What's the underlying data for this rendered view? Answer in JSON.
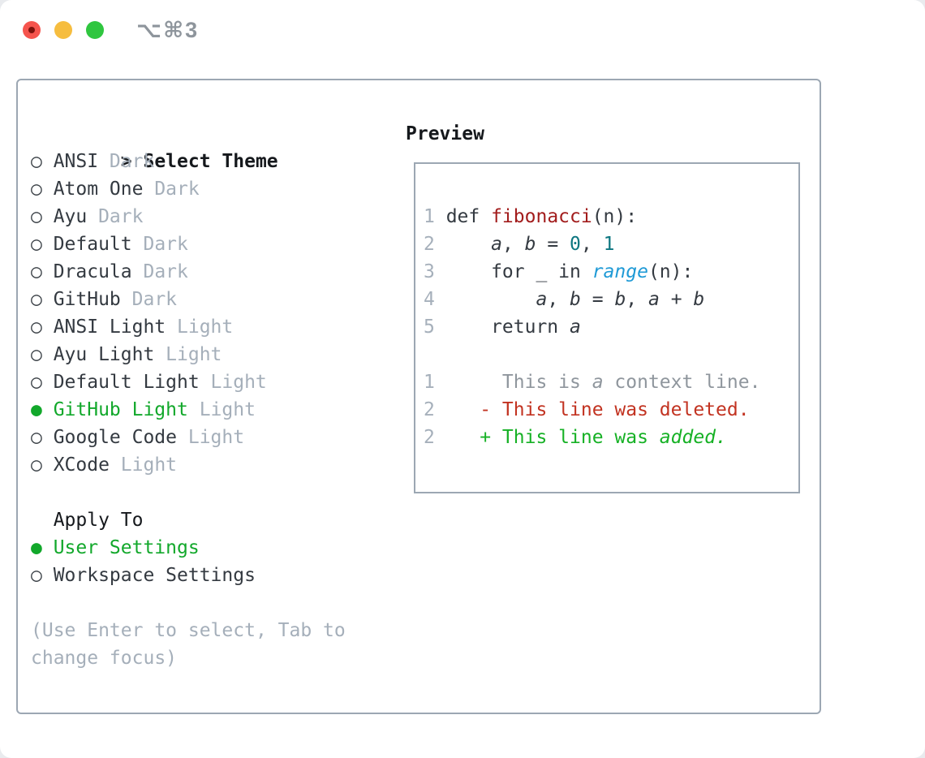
{
  "window": {
    "title": "⌥⌘3"
  },
  "theme_picker": {
    "header_prefix": ">",
    "header_label": "Select Theme",
    "items": [
      {
        "name": "ANSI",
        "variant": "Dark",
        "selected": false
      },
      {
        "name": "Atom One",
        "variant": "Dark",
        "selected": false
      },
      {
        "name": "Ayu",
        "variant": "Dark",
        "selected": false
      },
      {
        "name": "Default",
        "variant": "Dark",
        "selected": false
      },
      {
        "name": "Dracula",
        "variant": "Dark",
        "selected": false
      },
      {
        "name": "GitHub",
        "variant": "Dark",
        "selected": false
      },
      {
        "name": "ANSI Light",
        "variant": "Light",
        "selected": false
      },
      {
        "name": "Ayu Light",
        "variant": "Light",
        "selected": false
      },
      {
        "name": "Default Light",
        "variant": "Light",
        "selected": false
      },
      {
        "name": "GitHub Light",
        "variant": "Light",
        "selected": true
      },
      {
        "name": "Google Code",
        "variant": "Light",
        "selected": false
      },
      {
        "name": "XCode",
        "variant": "Light",
        "selected": false
      }
    ],
    "markers": {
      "unselected": "○",
      "selected": "●"
    },
    "apply_to_label": "Apply To",
    "apply_options": [
      {
        "name": "User Settings",
        "selected": true
      },
      {
        "name": "Workspace Settings",
        "selected": false
      }
    ],
    "hint_line1": "(Use Enter to select, Tab to",
    "hint_line2": "change focus)"
  },
  "preview": {
    "label": "Preview",
    "lines": [
      {
        "num": "1",
        "tokens": [
          {
            "t": "def ",
            "c": "code"
          },
          {
            "t": "fibonacci",
            "c": "fn"
          },
          {
            "t": "(n):",
            "c": "code"
          }
        ]
      },
      {
        "num": "2",
        "tokens": [
          {
            "t": "    ",
            "c": "code"
          },
          {
            "t": "a",
            "c": "code",
            "i": true
          },
          {
            "t": ", ",
            "c": "code"
          },
          {
            "t": "b",
            "c": "code",
            "i": true
          },
          {
            "t": " = ",
            "c": "code"
          },
          {
            "t": "0",
            "c": "num"
          },
          {
            "t": ", ",
            "c": "code"
          },
          {
            "t": "1",
            "c": "num"
          }
        ]
      },
      {
        "num": "3",
        "tokens": [
          {
            "t": "    for _ in ",
            "c": "code"
          },
          {
            "t": "range",
            "c": "call",
            "i": true
          },
          {
            "t": "(n):",
            "c": "code"
          }
        ]
      },
      {
        "num": "4",
        "tokens": [
          {
            "t": "        ",
            "c": "code"
          },
          {
            "t": "a",
            "c": "code",
            "i": true
          },
          {
            "t": ", ",
            "c": "code"
          },
          {
            "t": "b",
            "c": "code",
            "i": true
          },
          {
            "t": " = ",
            "c": "code"
          },
          {
            "t": "b",
            "c": "code",
            "i": true
          },
          {
            "t": ", ",
            "c": "code"
          },
          {
            "t": "a",
            "c": "code",
            "i": true
          },
          {
            "t": " + ",
            "c": "code"
          },
          {
            "t": "b",
            "c": "code",
            "i": true
          }
        ]
      },
      {
        "num": "5",
        "tokens": [
          {
            "t": "    return ",
            "c": "code"
          },
          {
            "t": "a",
            "c": "code",
            "i": true
          }
        ]
      },
      {
        "num": "",
        "tokens": []
      },
      {
        "num": "1",
        "tokens": [
          {
            "t": "     This is ",
            "c": "ctx"
          },
          {
            "t": "a",
            "c": "ctx",
            "i": true
          },
          {
            "t": " context line.",
            "c": "ctx"
          }
        ]
      },
      {
        "num": "2",
        "tokens": [
          {
            "t": "   - This line was deleted.",
            "c": "del"
          }
        ]
      },
      {
        "num": "2",
        "tokens": [
          {
            "t": "   + This line was ",
            "c": "add"
          },
          {
            "t": "added.",
            "c": "add",
            "i": true
          }
        ]
      }
    ]
  },
  "colors": {
    "accent_green": "#12a82b",
    "added_green": "#16b125",
    "deleted_red": "#c23321",
    "function_red": "#a21c1c",
    "number_teal": "#0d7680",
    "builtin_blue": "#1f9ad6",
    "context_gray": "#8f969d",
    "muted_gray": "#a5afba",
    "text_dark": "#343a41",
    "border_gray": "#9ca7b3",
    "traffic_red": "#f5544d",
    "traffic_yellow": "#f6bd3f",
    "traffic_green": "#2fc63f"
  }
}
